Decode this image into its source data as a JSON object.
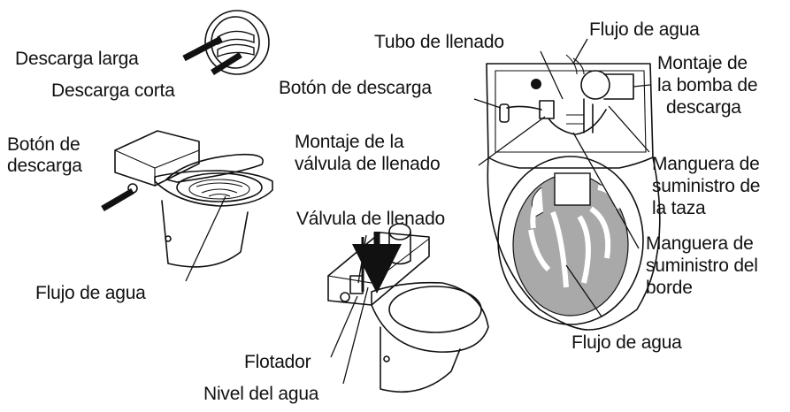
{
  "labels": {
    "descarga_larga": "Descarga larga",
    "descarga_corta": "Descarga corta",
    "boton_descarga_side_1": "Botón de",
    "boton_descarga_side_2": "descarga",
    "flujo_agua_side": "Flujo de agua",
    "tubo_llenado": "Tubo de llenado",
    "flujo_agua_top": "Flujo de agua",
    "boton_descarga_top": "Botón de descarga",
    "montaje_bomba_1": "Montaje de",
    "montaje_bomba_2": "la bomba de",
    "montaje_bomba_3": "descarga",
    "montaje_valvula_1": "Montaje de la",
    "montaje_valvula_2": "válvula de llenado",
    "manguera_taza_1": "Manguera de",
    "manguera_taza_2": "suministro de",
    "manguera_taza_3": "la taza",
    "valvula_llenado": "Válvula de llenado",
    "manguera_borde_1": "Manguera de",
    "manguera_borde_2": "suministro del",
    "manguera_borde_3": "borde",
    "flujo_agua_bowl": "Flujo de agua",
    "flotador": "Flotador",
    "nivel_agua": "Nivel del agua"
  },
  "colors": {
    "ink": "#111111",
    "water_fill": "#a9a9a9",
    "background": "#ffffff"
  }
}
